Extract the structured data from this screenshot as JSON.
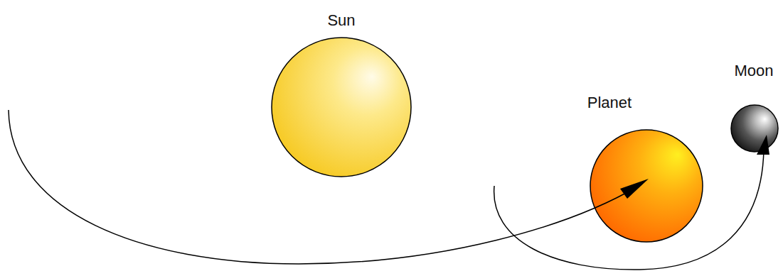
{
  "diagram": {
    "nodes": [
      {
        "text": [
          "Sun"
        ]
      },
      {
        "text": [
          "Planet"
        ]
      },
      {
        "text": [
          "Moon"
        ]
      }
    ]
  }
}
